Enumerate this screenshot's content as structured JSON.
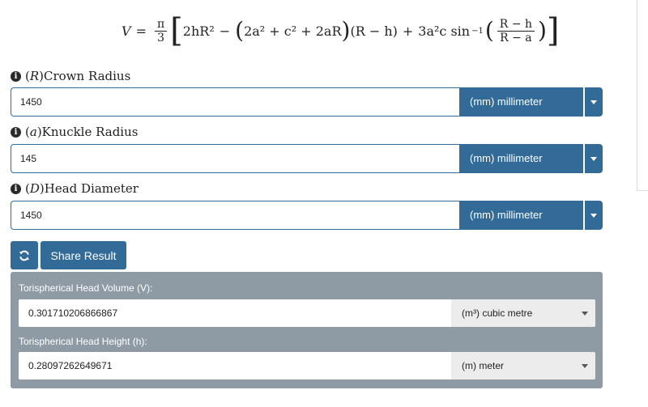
{
  "formula": {
    "lhs": "V",
    "pi": "π",
    "three": "3",
    "term1": "2hR²",
    "minus1": "−",
    "paren_inner": "2a² + c² + 2aR",
    "rh": "(R − h)",
    "plus": "+",
    "term3": "3a²c sin",
    "inv": "−1",
    "inner_num": "R − h",
    "inner_den": "R − a"
  },
  "fields": [
    {
      "label_prefix": "(",
      "symbol": "R",
      "label_text": ")Crown Radius",
      "value": "1450",
      "unit": "(mm) millimeter"
    },
    {
      "label_prefix": "(",
      "symbol": "a",
      "label_text": ")Knuckle Radius",
      "value": "145",
      "unit": "(mm) millimeter"
    },
    {
      "label_prefix": "(",
      "symbol": "D",
      "label_text": ")Head Diameter",
      "value": "1450",
      "unit": "(mm) millimeter"
    }
  ],
  "actions": {
    "share_label": "Share Result"
  },
  "results": [
    {
      "label": "Torispherical Head Volume (V):",
      "value": "0.301710206866867",
      "unit": "(m³) cubic metre"
    },
    {
      "label": "Torispherical Head Height (h):",
      "value": "0.28097262649671",
      "unit": "(m) meter"
    }
  ],
  "colors": {
    "primary": "#336b98",
    "results_bg": "#8e9ba5"
  },
  "icons": {
    "info": "info-icon",
    "refresh": "refresh-icon",
    "dropdown": "chevron-down-icon"
  }
}
